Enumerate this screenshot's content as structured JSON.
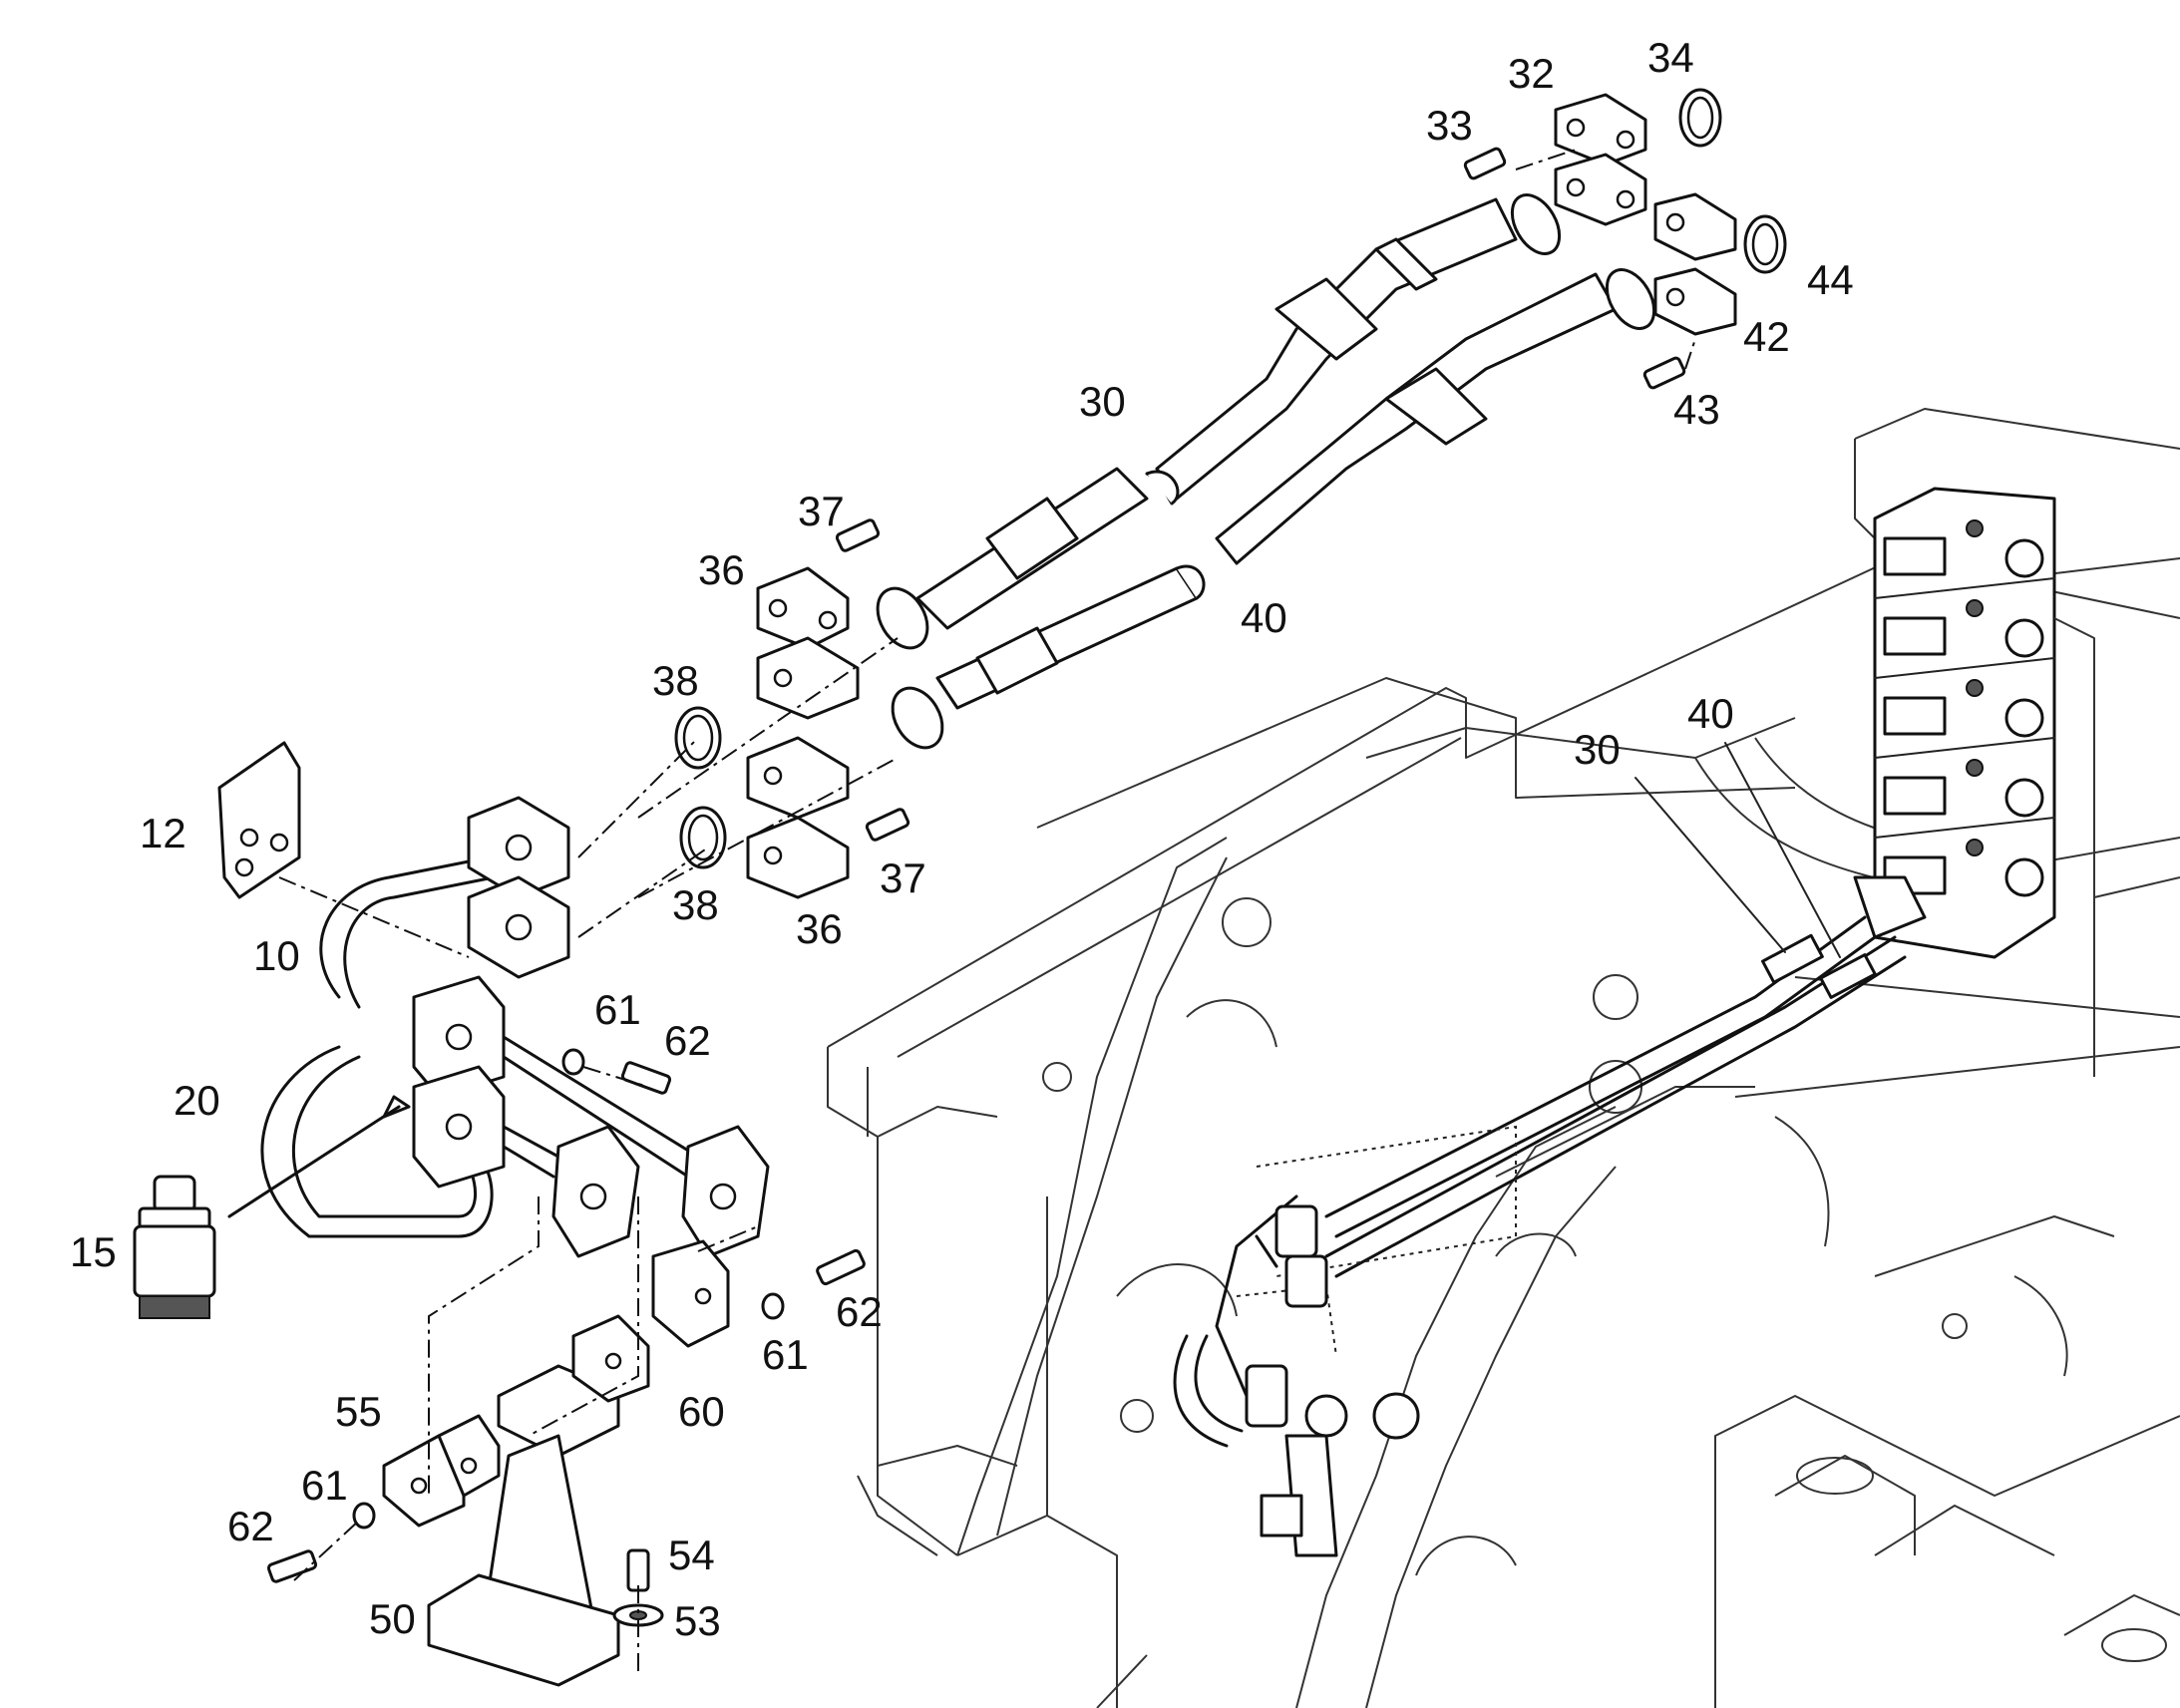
{
  "callouts": [
    {
      "key": "c32",
      "text": "32"
    },
    {
      "key": "c34",
      "text": "34"
    },
    {
      "key": "c33",
      "text": "33"
    },
    {
      "key": "c44",
      "text": "44"
    },
    {
      "key": "c42",
      "text": "42"
    },
    {
      "key": "c43",
      "text": "43"
    },
    {
      "key": "c30a",
      "text": "30"
    },
    {
      "key": "c37a",
      "text": "37"
    },
    {
      "key": "c36a",
      "text": "36"
    },
    {
      "key": "c40a",
      "text": "40"
    },
    {
      "key": "c38a",
      "text": "38"
    },
    {
      "key": "c12",
      "text": "12"
    },
    {
      "key": "c37b",
      "text": "37"
    },
    {
      "key": "c38b",
      "text": "38"
    },
    {
      "key": "c36b",
      "text": "36"
    },
    {
      "key": "c10",
      "text": "10"
    },
    {
      "key": "c61a",
      "text": "61"
    },
    {
      "key": "c62a",
      "text": "62"
    },
    {
      "key": "c20",
      "text": "20"
    },
    {
      "key": "c15",
      "text": "15"
    },
    {
      "key": "c62b",
      "text": "62"
    },
    {
      "key": "c61b",
      "text": "61"
    },
    {
      "key": "c60",
      "text": "60"
    },
    {
      "key": "c55",
      "text": "55"
    },
    {
      "key": "c61c",
      "text": "61"
    },
    {
      "key": "c62c",
      "text": "62"
    },
    {
      "key": "c54",
      "text": "54"
    },
    {
      "key": "c53",
      "text": "53"
    },
    {
      "key": "c50",
      "text": "50"
    },
    {
      "key": "c40b",
      "text": "40"
    },
    {
      "key": "c30b",
      "text": "30"
    }
  ]
}
